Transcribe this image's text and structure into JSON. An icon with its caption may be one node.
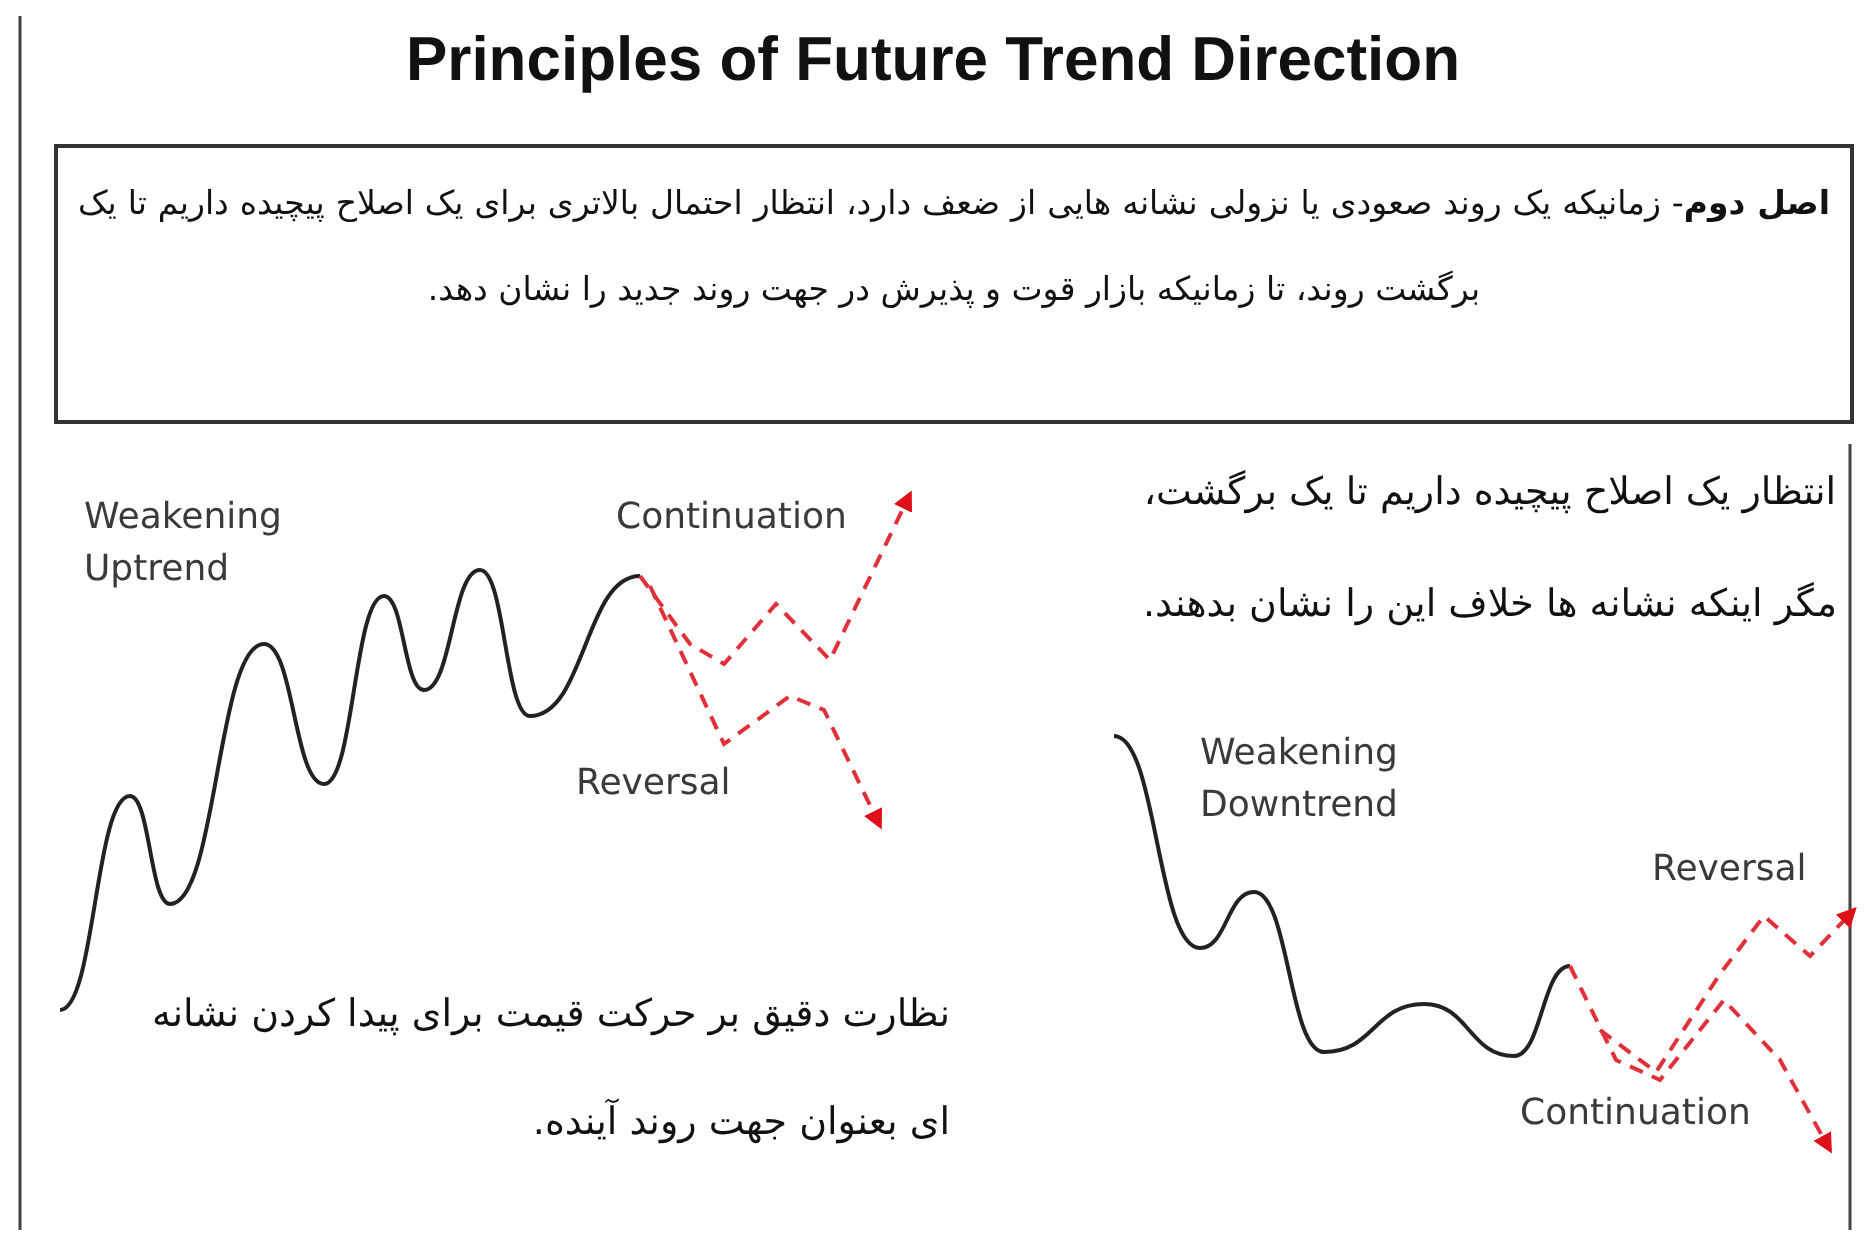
{
  "diagram": {
    "title": "Principles of Future Trend Direction",
    "nodes": [
      {
        "text": [
          "**اصل دوم**- زمانیکه یک روند صعودی یا نزولی نشانه هایی از ضعف دارد، انتظار احتمال بالاتری برای یک اصلاح پیچیده داریم تا یک برگشت روند، تا زمانیکه بازار قوت و پذیرش در جهت روند جدید را نشان دهد."
        ]
      }
    ],
    "labels": [
      "Weakening Uptrend",
      "Continuation",
      "Reversal",
      "انتظار یک اصلاح پیچیده داریم تا یک برگشت، مگر اینکه نشانه ها خلاف این را نشان بدهند.",
      "Weakening Downtrend",
      "Reversal",
      "نظارت دقیق بر حرکت قیمت برای پیدا کردن نشانه ای بعنوان جهت روند آینده.",
      "Continuation"
    ]
  }
}
